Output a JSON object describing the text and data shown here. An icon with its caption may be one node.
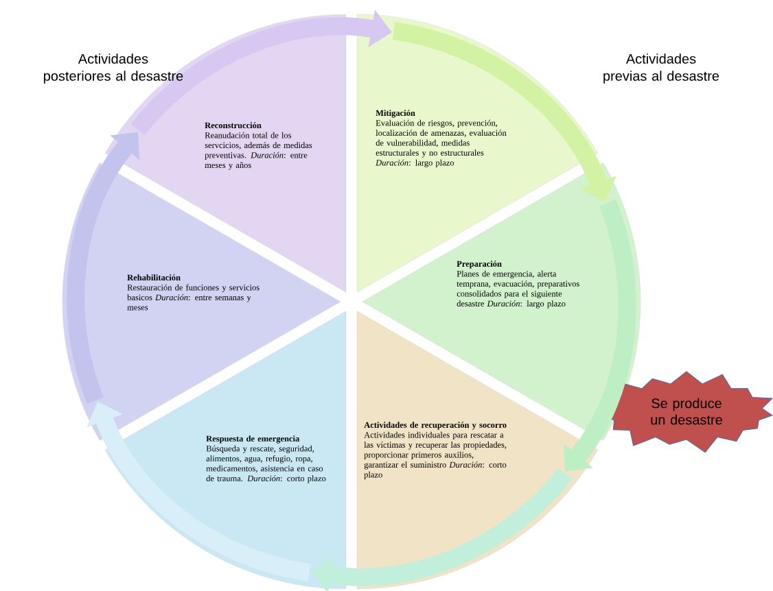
{
  "diagram": {
    "nodes": [
      {
        "text": [
          "Mitigación",
          "Evaluación de riesgos, prevención, localización de amenazas, evaluación de vulnerabilidad, medidas estructurales y no estructurales *Duración*: largo plazo"
        ]
      },
      {
        "text": [
          "Preparación",
          "Planes de emergencia, alerta temprana, evacuación, preparativos consolidados para el siguiente desastre *Duración*: largo plazo"
        ]
      },
      {
        "text": [
          "Actividades de recuperación y socorro",
          "Actividades individuales para rescatar a las víctimas y recuperar las propiedades, proporcionar primeros auxilios, garantizar el suministro *Duración*: corto plazo"
        ]
      },
      {
        "text": [
          "Respuesta de emergencia",
          "Búsqueda y rescate, seguridad, alimentos, agua, refugio, ropa, medicamentos, asistencia en caso de trauma. *Duración*: corto plazo"
        ]
      },
      {
        "text": [
          "Rehabilitación",
          "Restauración de funciones y servicios basicos *Duración*: entre semanas y meses"
        ]
      },
      {
        "text": [
          "Reconstrucción",
          "Reanudación total de los servcicios, además de medidas preventivas. *Duración*: entre meses y años"
        ]
      },
      {
        "text": [
          "Se produce un desastre"
        ]
      }
    ],
    "edges": [
      {
        "from": 5,
        "to": 0,
        "arrow": "to",
        "color": "#d6c8f0"
      },
      {
        "from": 0,
        "to": 1,
        "arrow": "to",
        "color": "#d4f2a4"
      },
      {
        "from": 1,
        "to": 2,
        "arrow": "to",
        "color": "#bdeec4"
      },
      {
        "from": 2,
        "to": 3,
        "arrow": "to",
        "color": "#c2eedc"
      },
      {
        "from": 3,
        "to": 4,
        "arrow": "to",
        "color": "#d8eef8"
      },
      {
        "from": 4,
        "to": 5,
        "arrow": "to",
        "color": "#c2c4ee"
      }
    ],
    "labels": [
      "Actividades posteriores al desastre",
      "Actividades previas al desastre"
    ]
  }
}
